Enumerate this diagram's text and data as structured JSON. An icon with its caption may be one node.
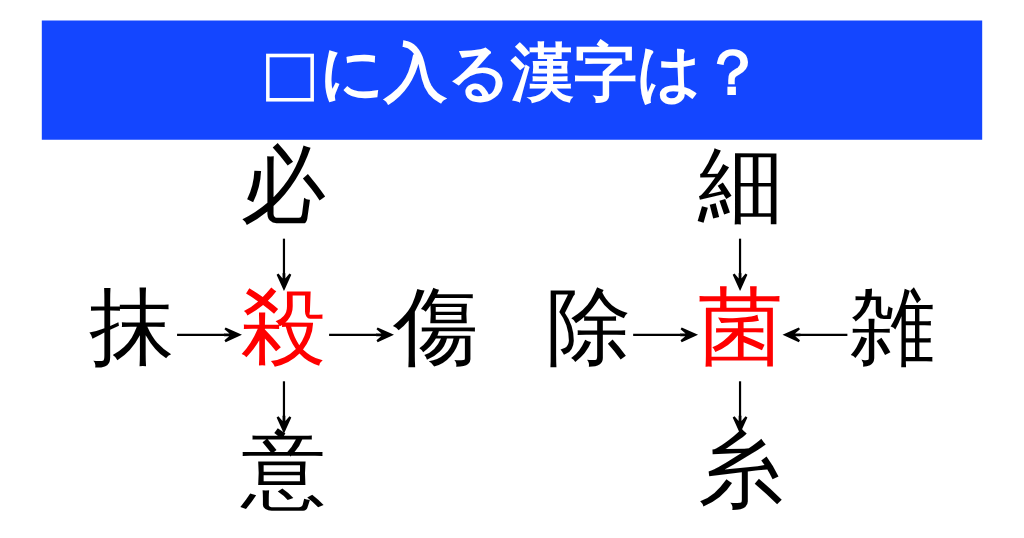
{
  "diagram": {
    "title": "□に入る漢字は？",
    "nodes": [
      {
        "text": [
          "必"
        ]
      },
      {
        "text": [
          "抹"
        ]
      },
      {
        "text": [
          "殺"
        ]
      },
      {
        "text": [
          "傷"
        ]
      },
      {
        "text": [
          "意"
        ]
      },
      {
        "text": [
          "細"
        ]
      },
      {
        "text": [
          "除"
        ]
      },
      {
        "text": [
          "菌"
        ]
      },
      {
        "text": [
          "雑"
        ]
      },
      {
        "text": [
          "糸"
        ]
      }
    ],
    "edges": [
      {
        "from": 0,
        "to": 2,
        "arrow": "to"
      },
      {
        "from": 1,
        "to": 2,
        "arrow": "to"
      },
      {
        "from": 2,
        "to": 3,
        "arrow": "to"
      },
      {
        "from": 2,
        "to": 4,
        "arrow": "to"
      },
      {
        "from": 5,
        "to": 7,
        "arrow": "to"
      },
      {
        "from": 6,
        "to": 7,
        "arrow": "to"
      },
      {
        "from": 8,
        "to": 7,
        "arrow": "to"
      },
      {
        "from": 7,
        "to": 9,
        "arrow": "to"
      }
    ]
  }
}
